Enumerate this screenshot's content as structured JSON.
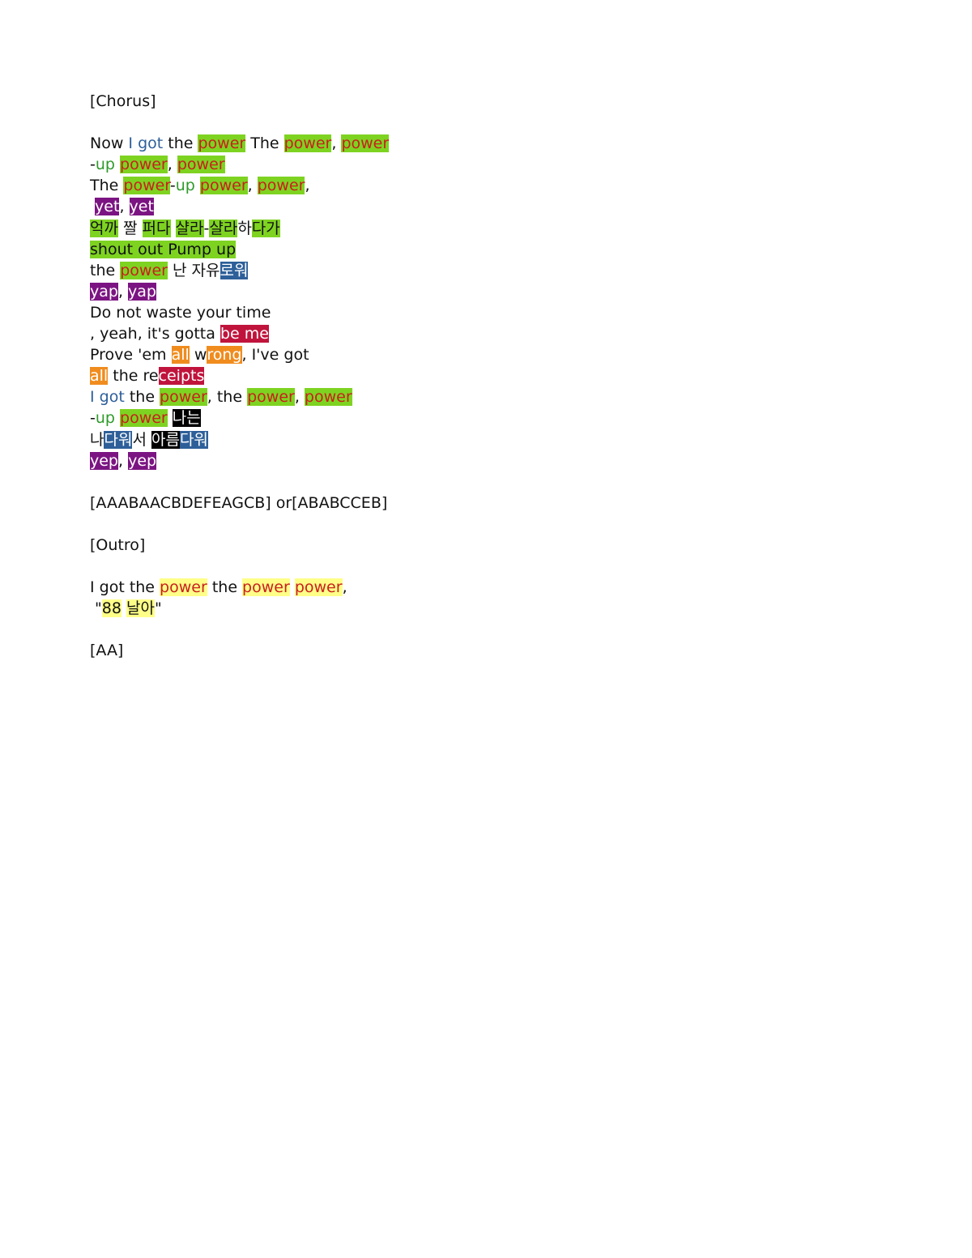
{
  "document": {
    "lines": [
      [
        {
          "t": "[Chorus]"
        }
      ],
      [],
      [
        {
          "t": "Now "
        },
        {
          "t": "I got",
          "fg": "blue"
        },
        {
          "t": " the "
        },
        {
          "t": "power",
          "bg": "green",
          "fg": "red"
        },
        {
          "t": " The "
        },
        {
          "t": "power",
          "bg": "green",
          "fg": "red"
        },
        {
          "t": ", "
        },
        {
          "t": "power",
          "bg": "green",
          "fg": "red"
        }
      ],
      [
        {
          "t": "-"
        },
        {
          "t": "up",
          "fg": "green"
        },
        {
          "t": " "
        },
        {
          "t": "power",
          "bg": "green",
          "fg": "red"
        },
        {
          "t": ", "
        },
        {
          "t": "power",
          "bg": "green",
          "fg": "red"
        }
      ],
      [
        {
          "t": "The "
        },
        {
          "t": "power",
          "bg": "green",
          "fg": "red"
        },
        {
          "t": "-"
        },
        {
          "t": "up",
          "fg": "green"
        },
        {
          "t": " "
        },
        {
          "t": "power",
          "bg": "green",
          "fg": "red"
        },
        {
          "t": ", "
        },
        {
          "t": "power",
          "bg": "green",
          "fg": "red"
        },
        {
          "t": ","
        }
      ],
      [
        {
          "t": " "
        },
        {
          "t": "yet",
          "bg": "purple"
        },
        {
          "t": ", "
        },
        {
          "t": "yet",
          "bg": "purple"
        }
      ],
      [
        {
          "t": "억까",
          "bg": "green"
        },
        {
          "t": " 짤 "
        },
        {
          "t": "퍼다",
          "bg": "green"
        },
        {
          "t": " "
        },
        {
          "t": "샬라",
          "bg": "green"
        },
        {
          "t": "-"
        },
        {
          "t": "샬라",
          "bg": "green"
        },
        {
          "t": "하"
        },
        {
          "t": "다가",
          "bg": "green"
        }
      ],
      [
        {
          "t": "shout out Pump up",
          "bg": "green"
        }
      ],
      [
        {
          "t": "the "
        },
        {
          "t": "power",
          "bg": "green",
          "fg": "red"
        },
        {
          "t": " 난 자유"
        },
        {
          "t": "로워",
          "bg": "blue"
        }
      ],
      [
        {
          "t": "yap",
          "bg": "purple"
        },
        {
          "t": ", "
        },
        {
          "t": "yap",
          "bg": "purple"
        }
      ],
      [
        {
          "t": "Do not waste your time"
        }
      ],
      [
        {
          "t": ", yeah, it's gotta "
        },
        {
          "t": "be me",
          "bg": "crimson"
        }
      ],
      [
        {
          "t": "Prove 'em "
        },
        {
          "t": "all",
          "bg": "orange"
        },
        {
          "t": " w"
        },
        {
          "t": "rong",
          "bg": "orange"
        },
        {
          "t": ", I've got"
        }
      ],
      [
        {
          "t": "all",
          "bg": "orange"
        },
        {
          "t": " the re"
        },
        {
          "t": "ceipts",
          "bg": "crimson"
        }
      ],
      [
        {
          "t": "I got",
          "fg": "blue"
        },
        {
          "t": " the "
        },
        {
          "t": "power",
          "bg": "green",
          "fg": "red"
        },
        {
          "t": ", the "
        },
        {
          "t": "power",
          "bg": "green",
          "fg": "red"
        },
        {
          "t": ", "
        },
        {
          "t": "power",
          "bg": "green",
          "fg": "red"
        }
      ],
      [
        {
          "t": "-"
        },
        {
          "t": "up",
          "fg": "green"
        },
        {
          "t": " "
        },
        {
          "t": "power",
          "bg": "green",
          "fg": "red"
        },
        {
          "t": " "
        },
        {
          "t": "나는",
          "bg": "black"
        }
      ],
      [
        {
          "t": "나"
        },
        {
          "t": "다워",
          "bg": "blue"
        },
        {
          "t": "서 "
        },
        {
          "t": "아름",
          "bg": "black"
        },
        {
          "t": "다워",
          "bg": "blue"
        }
      ],
      [
        {
          "t": "yep",
          "bg": "purple"
        },
        {
          "t": ", "
        },
        {
          "t": "yep",
          "bg": "purple"
        }
      ],
      [],
      [
        {
          "t": "[AAABAACBDEFEAGCB] or[ABABCCEB]"
        }
      ],
      [],
      [
        {
          "t": "[Outro]"
        }
      ],
      [],
      [
        {
          "t": "I got the "
        },
        {
          "t": "power",
          "bg": "yellow",
          "fg": "red"
        },
        {
          "t": " the "
        },
        {
          "t": "power",
          "bg": "yellow",
          "fg": "red"
        },
        {
          "t": " "
        },
        {
          "t": "power",
          "bg": "yellow",
          "fg": "red"
        },
        {
          "t": ","
        }
      ],
      [
        {
          "t": " \""
        },
        {
          "t": "88",
          "bg": "yellow",
          "fg": "dark"
        },
        {
          "t": " "
        },
        {
          "t": "날아",
          "bg": "yellow",
          "fg": "dark"
        },
        {
          "t": "\""
        }
      ],
      [],
      [
        {
          "t": "[AA]"
        }
      ]
    ]
  },
  "colors": {
    "green": "#7ed321",
    "purple": "#7b1482",
    "blue": "#2e5f99",
    "crimson": "#c0143c",
    "orange": "#f08c1e",
    "black": "#000000",
    "yellow": "#ffff88",
    "red_text": "#c8201e",
    "blue_text": "#2e5f99",
    "green_text": "#2e9a2a"
  }
}
